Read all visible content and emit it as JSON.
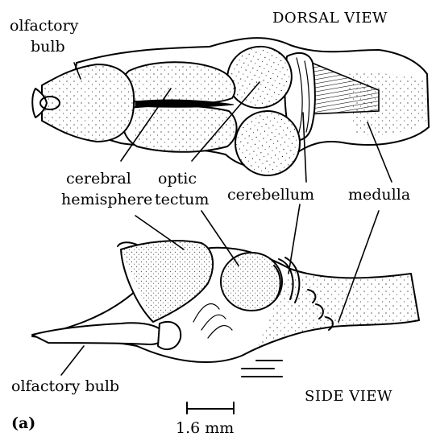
{
  "figure": {
    "panel_label": "(a)",
    "dorsal_title": "DORSAL VIEW",
    "side_title": "SIDE VIEW",
    "scale_bar_label": "1.6 mm"
  },
  "labels": {
    "olfactory_bulb_top_line1": "olfactory",
    "olfactory_bulb_top_line2": "bulb",
    "cerebral_hemisphere_line1": "cerebral",
    "cerebral_hemisphere_line2": "hemisphere",
    "optic_tectum_line1": "optic",
    "optic_tectum_line2": "tectum",
    "cerebellum": "cerebellum",
    "medulla": "medulla",
    "olfactory_bulb_bottom": "olfactory bulb"
  },
  "colors": {
    "ink": "#000000",
    "background": "#ffffff"
  }
}
